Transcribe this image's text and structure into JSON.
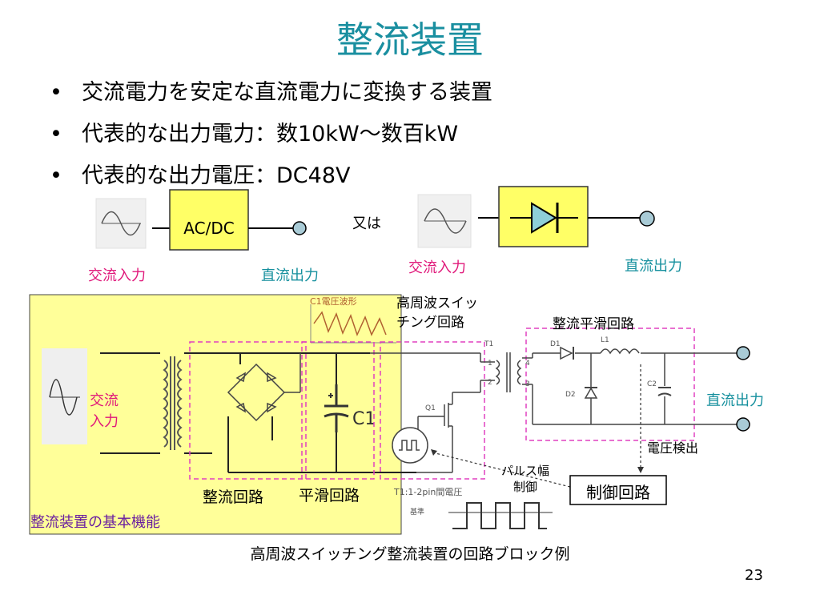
{
  "title": "整流装置",
  "bullets": [
    "交流電力を安定な直流電力に変換する装置",
    "代表的な出力電力：数10kW～数百kW",
    "代表的な出力電圧：DC48V"
  ],
  "bullet_marker": "•",
  "top_diagram": {
    "left_box_label": "AC/DC",
    "or_label": "又は",
    "ac_input_label": "交流入力",
    "dc_output_label": "直流出力"
  },
  "circuit": {
    "c1_waveform_label": "C1電圧波形",
    "hf_switching_label_line1": "高周波スイッ",
    "hf_switching_label_line2": "チング回路",
    "rect_smooth_label": "整流平滑回路",
    "ac_input_line1": "交流",
    "ac_input_line2": "入力",
    "dc_output_label": "直流出力",
    "voltage_detect_label": "電圧検出",
    "pwm_line1": "パルス幅",
    "pwm_line2": "制御",
    "control_label": "制御回路",
    "rectifier_label": "整流回路",
    "smoothing_label": "平滑回路",
    "transformer_note": "T1:1-2pin間電圧",
    "reference_label": "基準",
    "basic_function_label": "整流装置の基本機能",
    "c1_mark": "C1",
    "t1_mark": "T1",
    "q1_mark": "Q1",
    "d1_mark": "D1",
    "d2_mark": "D2",
    "l1_mark": "L1",
    "c2_mark": "C2",
    "pin1": "1",
    "pin2": "2",
    "pin3": "3",
    "pin4": "4"
  },
  "caption": "高周波スイッチング整流装置の回路ブロック例",
  "page_number": "23",
  "colors": {
    "title": "#1a8fa0",
    "accent_pink": "#e0187a",
    "accent_teal": "#16909e",
    "yellow_box": "#ffff66",
    "terminal": "#a9cbd6"
  }
}
